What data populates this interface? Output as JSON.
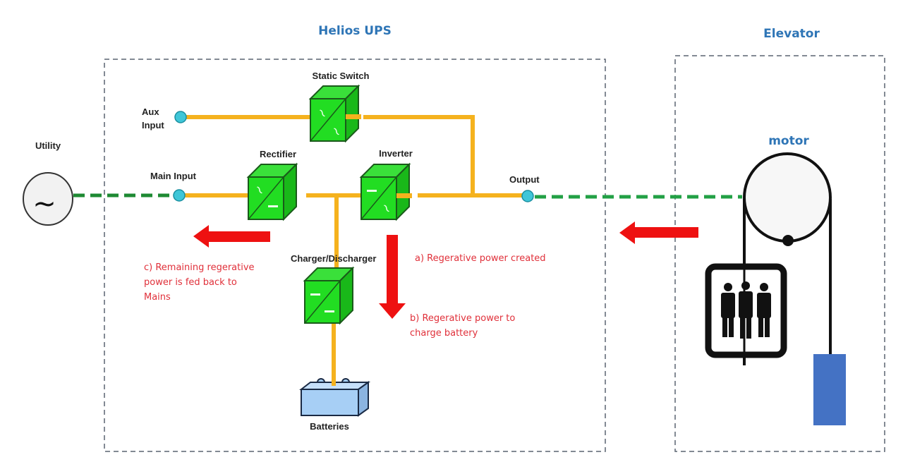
{
  "colors": {
    "accent_title": "#2e75b6",
    "bus_line": "#f5b21e",
    "ac_link": "#22a045",
    "module_green": "#22dd22",
    "arrow_red": "#ee1111",
    "note_red": "#e0303a",
    "node_cyan": "#3fc6d8",
    "battery_blue": "#a7cff5",
    "counterweight_blue": "#4472c4"
  },
  "titles": {
    "ups": "Helios UPS",
    "elevator": "Elevator",
    "motor": "motor"
  },
  "nodes": {
    "utility": "Utility",
    "aux_input_line1": "Aux",
    "aux_input_line2": "Input",
    "main_input": "Main Input",
    "output": "Output"
  },
  "modules": {
    "static_switch": "Static Switch",
    "rectifier": "Rectifier",
    "inverter": "Inverter",
    "charger": "Charger/Discharger",
    "batteries": "Batteries"
  },
  "notes": {
    "a": "a) Regerative power created",
    "b_line1": "b) Regerative power to",
    "b_line2": "charge battery",
    "c_line1": "c) Remaining regerative",
    "c_line2": "power is fed back to",
    "c_line3": "Mains"
  },
  "icons": {
    "utility_symbol": "~"
  }
}
